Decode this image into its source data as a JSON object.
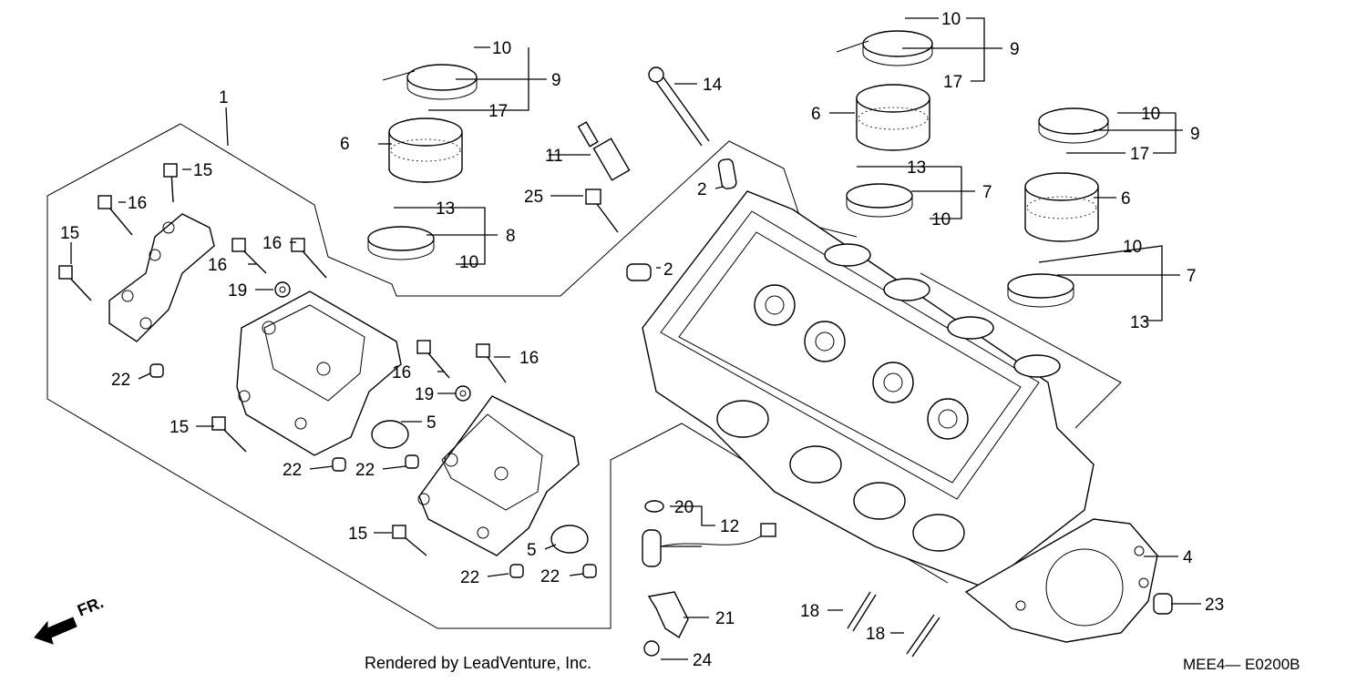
{
  "footer": {
    "credit": "Rendered by LeadVenture, Inc.",
    "code": "MEE4— E0200B"
  },
  "direction": {
    "label": "FR.",
    "icon": "front-direction-arrow-icon"
  },
  "callouts": [
    {
      "id": "c1",
      "text": "1"
    },
    {
      "id": "c2a",
      "text": "2"
    },
    {
      "id": "c2b",
      "text": "2"
    },
    {
      "id": "c4",
      "text": "4"
    },
    {
      "id": "c5a",
      "text": "5"
    },
    {
      "id": "c5b",
      "text": "5"
    },
    {
      "id": "c6a",
      "text": "6"
    },
    {
      "id": "c6b",
      "text": "6"
    },
    {
      "id": "c6c",
      "text": "6"
    },
    {
      "id": "c7a",
      "text": "7"
    },
    {
      "id": "c7b",
      "text": "7"
    },
    {
      "id": "c8",
      "text": "8"
    },
    {
      "id": "c9a",
      "text": "9"
    },
    {
      "id": "c9b",
      "text": "9"
    },
    {
      "id": "c9c",
      "text": "9"
    },
    {
      "id": "c10a",
      "text": "10"
    },
    {
      "id": "c10b",
      "text": "10"
    },
    {
      "id": "c10c",
      "text": "10"
    },
    {
      "id": "c10d",
      "text": "10"
    },
    {
      "id": "c10e",
      "text": "10"
    },
    {
      "id": "c10f",
      "text": "10"
    },
    {
      "id": "c11",
      "text": "11"
    },
    {
      "id": "c12",
      "text": "12"
    },
    {
      "id": "c13a",
      "text": "13"
    },
    {
      "id": "c13b",
      "text": "13"
    },
    {
      "id": "c13c",
      "text": "13"
    },
    {
      "id": "c14",
      "text": "14"
    },
    {
      "id": "c15a",
      "text": "15"
    },
    {
      "id": "c15b",
      "text": "15"
    },
    {
      "id": "c15c",
      "text": "15"
    },
    {
      "id": "c15d",
      "text": "15"
    },
    {
      "id": "c16a",
      "text": "16"
    },
    {
      "id": "c16b",
      "text": "16"
    },
    {
      "id": "c16c",
      "text": "16"
    },
    {
      "id": "c16d",
      "text": "16"
    },
    {
      "id": "c16e",
      "text": "16"
    },
    {
      "id": "c17a",
      "text": "17"
    },
    {
      "id": "c17b",
      "text": "17"
    },
    {
      "id": "c17c",
      "text": "17"
    },
    {
      "id": "c18a",
      "text": "18"
    },
    {
      "id": "c18b",
      "text": "18"
    },
    {
      "id": "c19a",
      "text": "19"
    },
    {
      "id": "c19b",
      "text": "19"
    },
    {
      "id": "c20",
      "text": "20"
    },
    {
      "id": "c21",
      "text": "21"
    },
    {
      "id": "c22a",
      "text": "22"
    },
    {
      "id": "c22b",
      "text": "22"
    },
    {
      "id": "c22c",
      "text": "22"
    },
    {
      "id": "c22d",
      "text": "22"
    },
    {
      "id": "c22e",
      "text": "22"
    },
    {
      "id": "c23",
      "text": "23"
    },
    {
      "id": "c24",
      "text": "24"
    },
    {
      "id": "c25",
      "text": "25"
    }
  ]
}
